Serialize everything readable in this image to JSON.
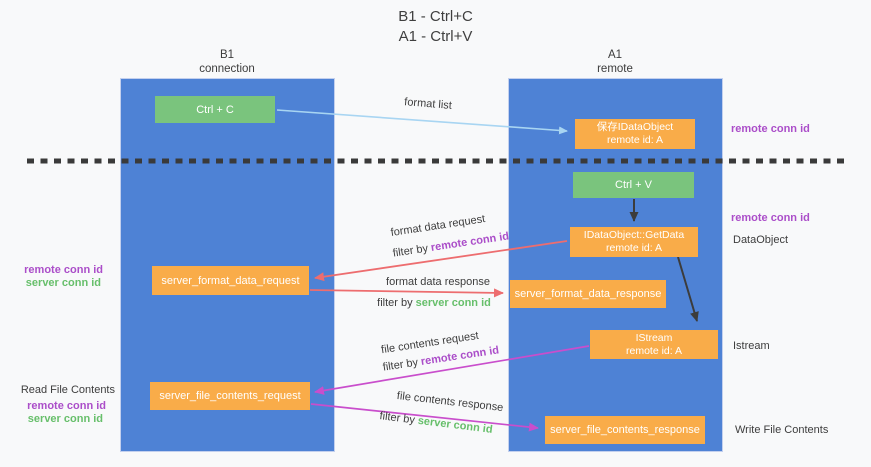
{
  "title": {
    "line1": "B1 - Ctrl+C",
    "line2": "A1 - Ctrl+V"
  },
  "actors": {
    "b1": {
      "name": "B1",
      "role": "connection"
    },
    "a1": {
      "name": "A1",
      "role": "remote"
    }
  },
  "boxes": {
    "ctrl_c": "Ctrl + C",
    "save_idataobject": {
      "line1": "保存IDataObject",
      "line2": "remote id: A"
    },
    "ctrl_v": "Ctrl + V",
    "getdata": {
      "line1": "IDataObject::GetData",
      "line2": "remote id: A"
    },
    "format_request": "server_format_data_request",
    "format_response": "server_format_data_response",
    "istream": {
      "line1": "IStream",
      "line2": "remote id: A"
    },
    "file_request": "server_file_contents_request",
    "file_response": "server_file_contents_response"
  },
  "edge_labels": {
    "format_list": "format list",
    "format_data_request": "format data request",
    "format_data_response": "format data response",
    "file_contents_request": "file contents request",
    "file_contents_response": "file contents response",
    "filter_by": "filter by ",
    "remote_conn_id": "remote conn id",
    "server_conn_id": "server conn id"
  },
  "side_labels": {
    "remote_conn_id": "remote conn id",
    "server_conn_id": "server conn id",
    "dataobject": "DataObject",
    "istream": "Istream",
    "read_file_contents": "Read File Contents",
    "write_file_contents": "Write File Contents"
  },
  "colors": {
    "background": "#f8f9fa",
    "lifeline_blue": "#4e82d5",
    "box_green": "#7ac47d",
    "box_orange": "#f9ac49",
    "arrow_light_blue": "#a8d5f2",
    "arrow_red": "#ed6d6f",
    "arrow_magenta": "#c94ecc",
    "arrow_black": "#3c3c3c",
    "divider_black": "#3a3a3a",
    "text_purple": "#ab4ec9",
    "text_green": "#67bf6b",
    "text_dark": "#3d3d3d"
  }
}
